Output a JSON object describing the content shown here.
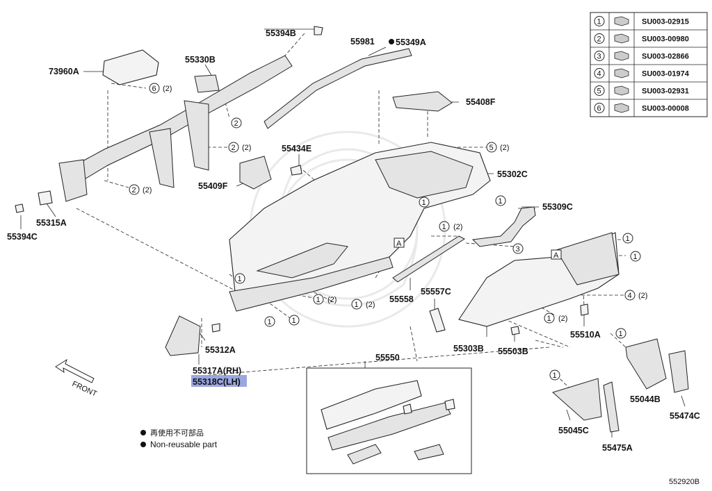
{
  "part_table": [
    {
      "num": "1",
      "code": "SU003-02915"
    },
    {
      "num": "2",
      "code": "SU003-00980"
    },
    {
      "num": "3",
      "code": "SU003-02866"
    },
    {
      "num": "4",
      "code": "SU003-01974"
    },
    {
      "num": "5",
      "code": "SU003-02931"
    },
    {
      "num": "6",
      "code": "SU003-00008"
    }
  ],
  "labels": {
    "p55394B": "55394B",
    "p55981": "55981",
    "p55349A": "55349A",
    "p73960A": "73960A",
    "p55330B": "55330B",
    "p55408F": "55408F",
    "p55434E": "55434E",
    "p55302C": "55302C",
    "p55409F": "55409F",
    "p55309C": "55309C",
    "p55315A": "55315A",
    "p55394C": "55394C",
    "p55558": "55558",
    "p55557C": "55557C",
    "p55312A": "55312A",
    "p55317A": "55317A(RH)",
    "p55318C": "55318C(LH)",
    "p55303B": "55303B",
    "p55503B": "55503B",
    "p55510A": "55510A",
    "p55550": "55550",
    "p55044B": "55044B",
    "p55474C": "55474C",
    "p55045C": "55045C",
    "p55475A": "55475A"
  },
  "callouts": {
    "c6_2": "(2)",
    "c2_2a": "(2)",
    "c2_2b": "(2)",
    "c5_2": "(2)",
    "c1_2a": "(2)",
    "c1_2b": "(2)",
    "c1_2c": "(2)",
    "c1_2d": "(2)",
    "c4_2": "(2)"
  },
  "ref_box": "A",
  "front_label": "FRONT",
  "legend": {
    "jp": "再使用不可部品",
    "en": "Non-reusable part"
  },
  "diagram_code": "552920B",
  "colors": {
    "highlight": "#9aa7df",
    "line": "#222222"
  }
}
